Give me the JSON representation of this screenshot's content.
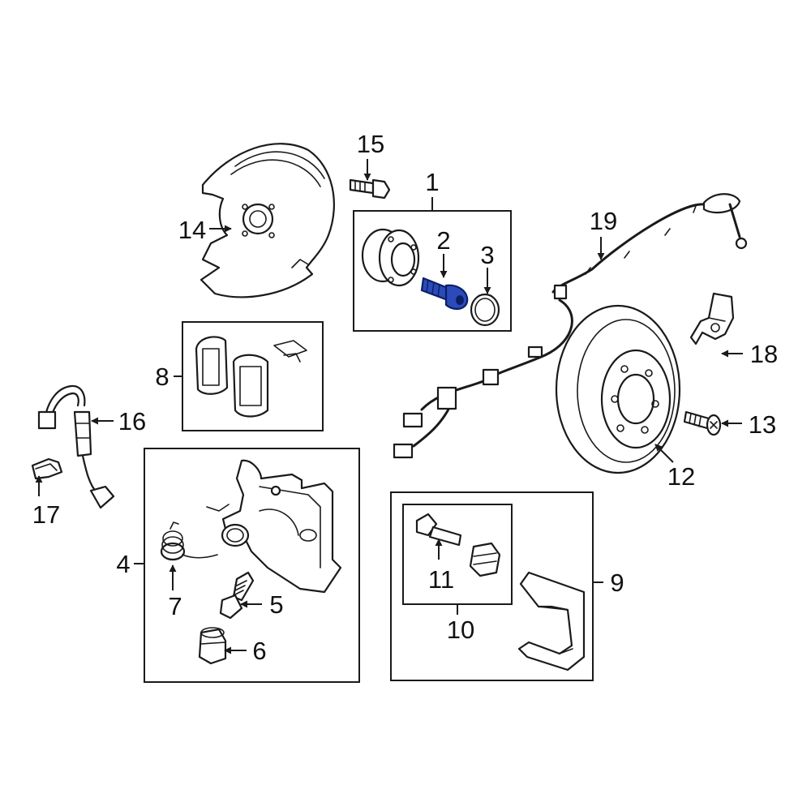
{
  "callouts": {
    "c1": "1",
    "c2": "2",
    "c3": "3",
    "c4": "4",
    "c5": "5",
    "c6": "6",
    "c7": "7",
    "c8": "8",
    "c9": "9",
    "c10": "10",
    "c11": "11",
    "c12": "12",
    "c13": "13",
    "c14": "14",
    "c15": "15",
    "c16": "16",
    "c17": "17",
    "c18": "18",
    "c19": "19"
  },
  "colors": {
    "highlight_part": "#2b4bb8",
    "line": "#1a1a1a",
    "background": "#ffffff"
  }
}
